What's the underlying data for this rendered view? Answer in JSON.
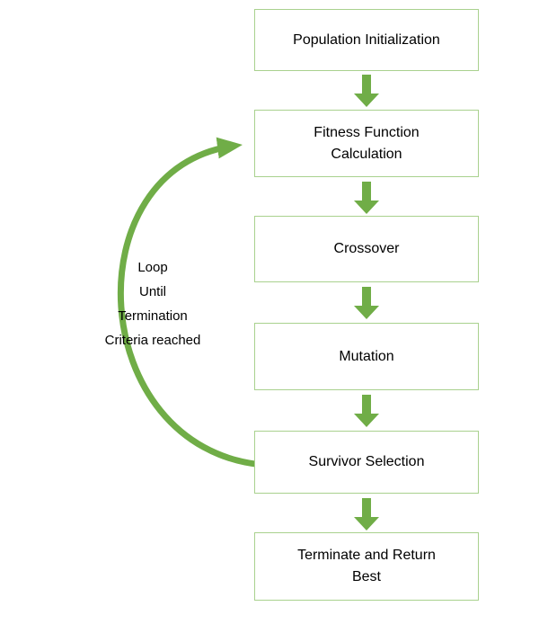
{
  "diagram": {
    "type": "flowchart",
    "subject": "Genetic Algorithm process flow",
    "colors": {
      "arrow_green": "#70AD47",
      "box_border_green": "#A9D18E",
      "text": "#000000",
      "background": "#FFFFFF"
    },
    "nodes": [
      {
        "id": "population-initialization",
        "label": "Population Initialization"
      },
      {
        "id": "fitness-function-calculation",
        "label": [
          "Fitness Function",
          "Calculation"
        ]
      },
      {
        "id": "crossover",
        "label": "Crossover"
      },
      {
        "id": "mutation",
        "label": "Mutation"
      },
      {
        "id": "survivor-selection",
        "label": "Survivor Selection"
      },
      {
        "id": "terminate-and-return-best",
        "label": [
          "Terminate and Return",
          "Best"
        ]
      }
    ],
    "loop_label": [
      "Loop",
      "Until",
      "Termination",
      "Criteria reached"
    ],
    "edges": [
      {
        "from": "Population Initialization",
        "to": "Fitness Function Calculation",
        "type": "down-arrow"
      },
      {
        "from": "Fitness Function Calculation",
        "to": "Crossover",
        "type": "down-arrow"
      },
      {
        "from": "Crossover",
        "to": "Mutation",
        "type": "down-arrow"
      },
      {
        "from": "Mutation",
        "to": "Survivor Selection",
        "type": "down-arrow"
      },
      {
        "from": "Survivor Selection",
        "to": "Terminate and Return Best",
        "type": "down-arrow"
      },
      {
        "from": "Survivor Selection",
        "to": "Fitness Function Calculation",
        "type": "loop-back-arrow",
        "label": "Loop Until Termination Criteria reached"
      }
    ]
  }
}
